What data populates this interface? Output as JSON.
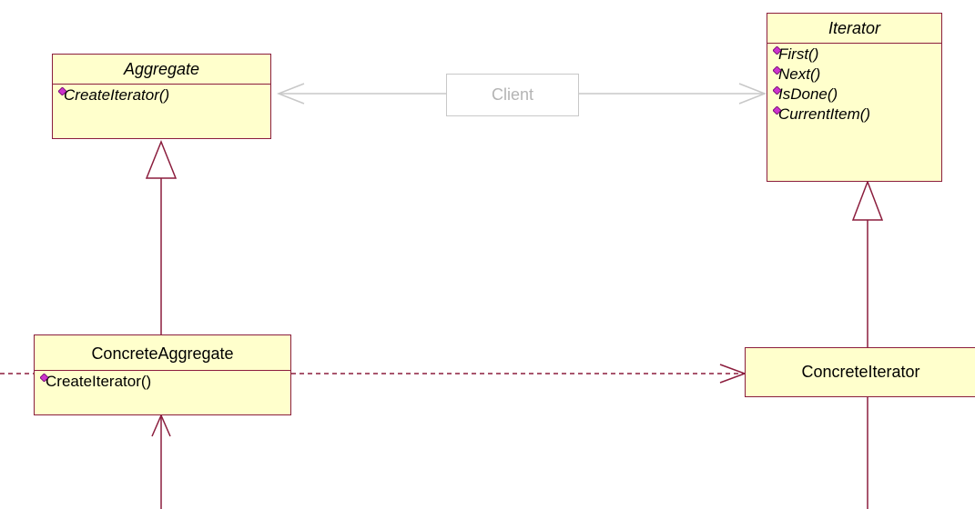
{
  "colors": {
    "class_fill": "#ffffcc",
    "class_border": "#8b1d3d",
    "relation_line": "#8b1d3d",
    "client_line": "#c8c8c8",
    "client_text": "#b4b4b4",
    "operation_icon": "#cc33cc"
  },
  "client": {
    "label": "Client"
  },
  "classes": {
    "aggregate": {
      "name": "Aggregate",
      "operations": [
        "CreateIterator()"
      ]
    },
    "iterator": {
      "name": "Iterator",
      "operations": [
        "First()",
        "Next()",
        "IsDone()",
        "CurrentItem()"
      ]
    },
    "concrete_aggregate": {
      "name": "ConcreteAggregate",
      "operations": [
        "CreateIterator()"
      ]
    },
    "concrete_iterator": {
      "name": "ConcreteIterator"
    }
  }
}
